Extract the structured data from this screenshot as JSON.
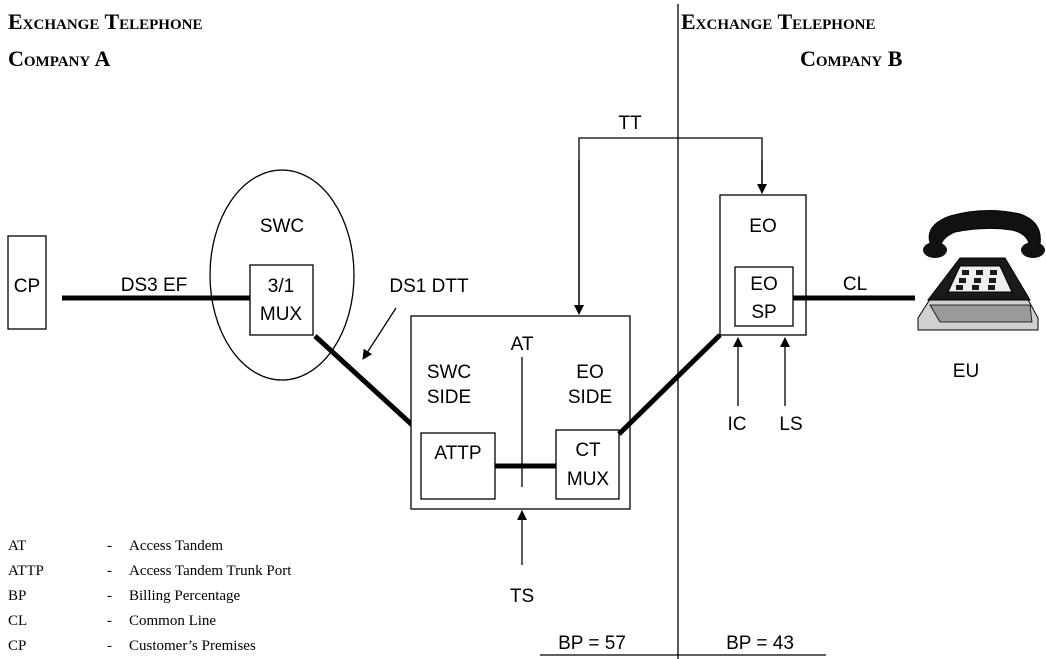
{
  "headers": {
    "company_a_line1": "Exchange Telephone",
    "company_a_line2": "Company A",
    "company_b_line1": "Exchange Telephone",
    "company_b_line2": "Company B"
  },
  "nodes": {
    "cp": "CP",
    "swc": "SWC",
    "mux_line1": "3/1",
    "mux_line2": "MUX",
    "at": "AT",
    "swc_side_line1": "SWC",
    "swc_side_line2": "SIDE",
    "eo_side_line1": "EO",
    "eo_side_line2": "SIDE",
    "attp": "ATTP",
    "ct_line1": "CT",
    "ct_line2": "MUX",
    "eo": "EO",
    "eo_sp_line1": "EO",
    "eo_sp_line2": "SP",
    "eu": "EU"
  },
  "links": {
    "ds3_ef": "DS3 EF",
    "ds1_dtt": "DS1 DTT",
    "tt": "TT",
    "cl": "CL",
    "ts": "TS",
    "ic": "IC",
    "ls": "LS"
  },
  "billing": {
    "left": "BP = 57",
    "right": "BP = 43"
  },
  "legend": [
    {
      "abbr": "AT",
      "dash": "-",
      "desc": "Access Tandem"
    },
    {
      "abbr": "ATTP",
      "dash": "-",
      "desc": "Access Tandem Trunk Port"
    },
    {
      "abbr": "BP",
      "dash": "-",
      "desc": "Billing Percentage"
    },
    {
      "abbr": "CL",
      "dash": "-",
      "desc": "Common Line"
    },
    {
      "abbr": "CP",
      "dash": "-",
      "desc": "Customer’s Premises"
    }
  ]
}
